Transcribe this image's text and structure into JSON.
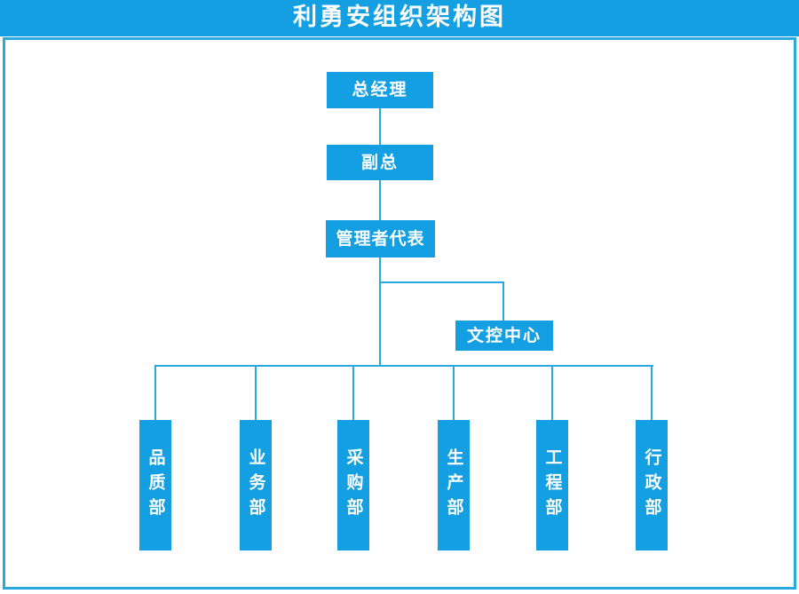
{
  "title": "利勇安组织架构图",
  "colors": {
    "primary": "#149fe2",
    "line": "#2aa9de",
    "box_text": "#ffffff",
    "background": "#ffffff"
  },
  "nodes": {
    "general_manager": "总经理",
    "deputy_general_manager": "副总",
    "management_representative": "管理者代表",
    "document_control_center": "文控中心"
  },
  "departments": [
    {
      "label": "品质部"
    },
    {
      "label": "业务部"
    },
    {
      "label": "采购部"
    },
    {
      "label": "生产部"
    },
    {
      "label": "工程部"
    },
    {
      "label": "行政部"
    }
  ]
}
